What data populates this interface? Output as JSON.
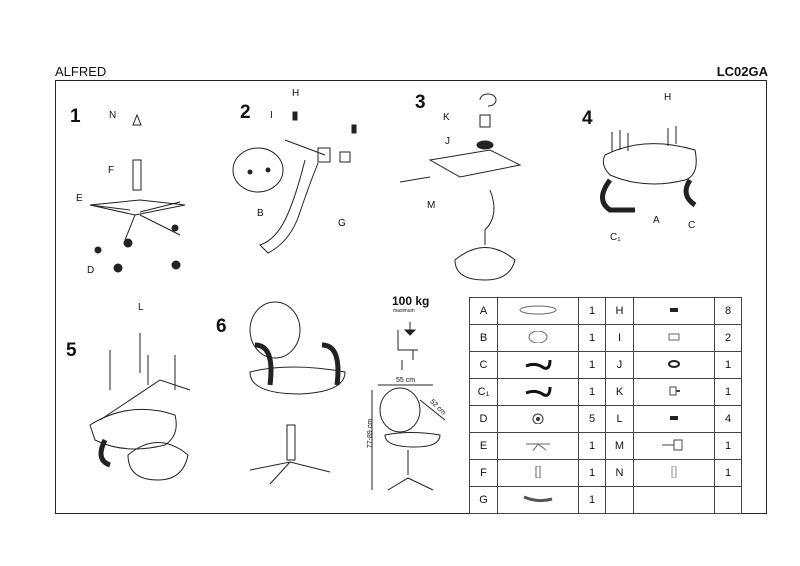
{
  "header": {
    "title": "ALFRED",
    "code": "LC02GA"
  },
  "steps": [
    {
      "number": "1",
      "labels": [
        "N",
        "F",
        "E",
        "D"
      ]
    },
    {
      "number": "2",
      "labels": [
        "H",
        "I",
        "B",
        "G"
      ]
    },
    {
      "number": "3",
      "labels": [
        "K",
        "J",
        "M"
      ]
    },
    {
      "number": "4",
      "labels": [
        "H",
        "A",
        "C",
        "C₁"
      ]
    },
    {
      "number": "5",
      "labels": [
        "L"
      ]
    },
    {
      "number": "6",
      "labels": []
    }
  ],
  "specs": {
    "max_load": "100 kg",
    "max_label": "maximum",
    "width": "55 cm",
    "depth": "52 cm",
    "height": "77-89 cm"
  },
  "parts": [
    {
      "left": {
        "letter": "A",
        "qty": "1",
        "icon": "seat-icon"
      },
      "right": {
        "letter": "H",
        "qty": "8",
        "icon": "screw-icon"
      }
    },
    {
      "left": {
        "letter": "B",
        "qty": "1",
        "icon": "backrest-icon"
      },
      "right": {
        "letter": "I",
        "qty": "2",
        "icon": "connector-icon"
      }
    },
    {
      "left": {
        "letter": "C",
        "qty": "1",
        "icon": "armrest-icon"
      },
      "right": {
        "letter": "J",
        "qty": "1",
        "icon": "washer-icon"
      }
    },
    {
      "left": {
        "letter": "C₁",
        "qty": "1",
        "icon": "armrest-icon"
      },
      "right": {
        "letter": "K",
        "qty": "1",
        "icon": "knob-icon"
      }
    },
    {
      "left": {
        "letter": "D",
        "qty": "5",
        "icon": "caster-icon"
      },
      "right": {
        "letter": "L",
        "qty": "4",
        "icon": "screw-icon"
      }
    },
    {
      "left": {
        "letter": "E",
        "qty": "1",
        "icon": "base-icon"
      },
      "right": {
        "letter": "M",
        "qty": "1",
        "icon": "mechanism-icon"
      }
    },
    {
      "left": {
        "letter": "F",
        "qty": "1",
        "icon": "gas-lift-icon"
      },
      "right": {
        "letter": "N",
        "qty": "1",
        "icon": "cover-icon"
      }
    },
    {
      "left": {
        "letter": "G",
        "qty": "1",
        "icon": "back-bar-icon"
      },
      "right": {
        "letter": "",
        "qty": "",
        "icon": ""
      }
    }
  ]
}
